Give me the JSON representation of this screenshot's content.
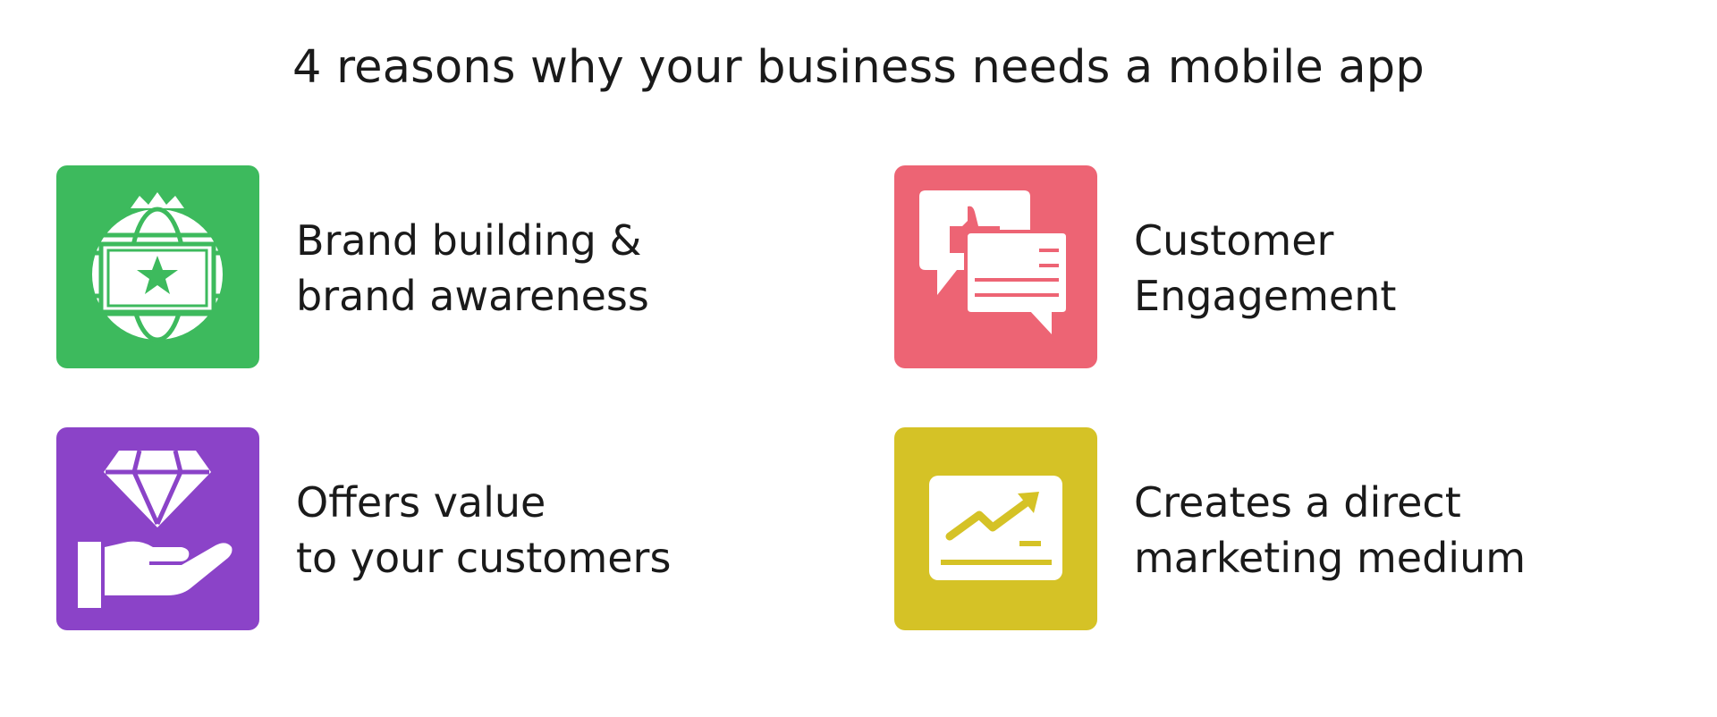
{
  "title": "4 reasons why your business needs a mobile app",
  "reasons": [
    {
      "line1": "Brand building &",
      "line2": "brand awareness",
      "icon": "globe-star-icon",
      "color": "#3dba5d"
    },
    {
      "line1": "Customer",
      "line2": "Engagement",
      "icon": "chat-thumbs-up-icon",
      "color": "#ed6474"
    },
    {
      "line1": "Offers value",
      "line2": "to your customers",
      "icon": "diamond-hand-icon",
      "color": "#8b43c8"
    },
    {
      "line1": "Creates a direct",
      "line2": "marketing medium",
      "icon": "trend-chart-icon",
      "color": "#d5c226"
    }
  ]
}
